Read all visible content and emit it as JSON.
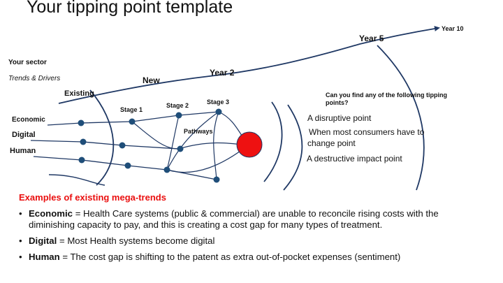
{
  "slide": {
    "title": "Your tipping point template",
    "sector_label": "Your sector",
    "trends_label": "Trends & Drivers",
    "existing_label": "Existing",
    "new_label": "New",
    "years": [
      "Year 2",
      "Year 5",
      "Year 10"
    ],
    "stages": [
      "Stage 1",
      "Stage 2",
      "Stage 3"
    ],
    "pathways_label": "Pathways",
    "drivers": [
      "Economic",
      "Digital",
      "Human"
    ],
    "question": "Can you find any of the following tipping points?",
    "tipping_points": [
      "A disruptive point",
      "When most consumers have to",
      "change point",
      "A destructive impact point"
    ],
    "examples_heading": "Examples of existing mega-trends",
    "bullets": [
      {
        "term": "Economic",
        "text": " = Health Care systems (public & commercial) are unable to reconcile rising costs with the diminishing capacity to pay, and this is creating a cost gap for many types of treatment."
      },
      {
        "term": "Digital",
        "text": " = Most Health systems become digital"
      },
      {
        "term": "Human",
        "text": " = The cost gap is shifting to the patent as extra out-of-pocket expenses (sentiment)"
      }
    ],
    "bullet_symbol": "•",
    "colors": {
      "node": "#1f4e79",
      "line": "#1f3864",
      "tipping_circle": "#ee1111",
      "heading": "#ea0f0f"
    }
  }
}
